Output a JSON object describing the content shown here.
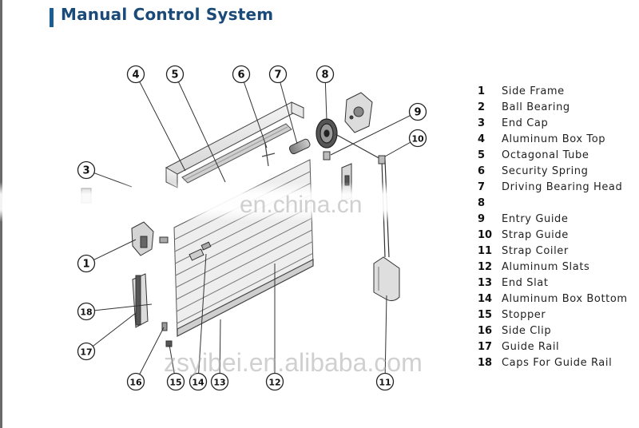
{
  "title": "Manual Control System",
  "legend": [
    {
      "num": "1",
      "label": "Side Frame"
    },
    {
      "num": "2",
      "label": "Ball Bearing"
    },
    {
      "num": "3",
      "label": "End Cap"
    },
    {
      "num": "4",
      "label": "Aluminum Box Top"
    },
    {
      "num": "5",
      "label": "Octagonal Tube"
    },
    {
      "num": "6",
      "label": "Security Spring"
    },
    {
      "num": "7",
      "label": "Driving Bearing Head"
    },
    {
      "num": "8",
      "label": ""
    },
    {
      "num": "9",
      "label": "Entry Guide"
    },
    {
      "num": "10",
      "label": "Strap Guide"
    },
    {
      "num": "11",
      "label": "Strap Coiler"
    },
    {
      "num": "12",
      "label": "Aluminum Slats"
    },
    {
      "num": "13",
      "label": "End Slat"
    },
    {
      "num": "14",
      "label": "Aluminum Box Bottom"
    },
    {
      "num": "15",
      "label": "Stopper"
    },
    {
      "num": "16",
      "label": "Side Clip"
    },
    {
      "num": "17",
      "label": "Guide Rail"
    },
    {
      "num": "18",
      "label": "Caps For Guide Rail"
    }
  ],
  "callouts": [
    "1",
    "3",
    "4",
    "5",
    "6",
    "7",
    "8",
    "9",
    "10",
    "11",
    "12",
    "13",
    "14",
    "15",
    "16",
    "17",
    "18"
  ],
  "watermarks": {
    "center": "en.china.cn",
    "bottom": "zsyibei.en.alibaba.com"
  },
  "colors": {
    "title": "#1a4a78",
    "accent_bar": "#1a5f94",
    "line": "#333333"
  }
}
